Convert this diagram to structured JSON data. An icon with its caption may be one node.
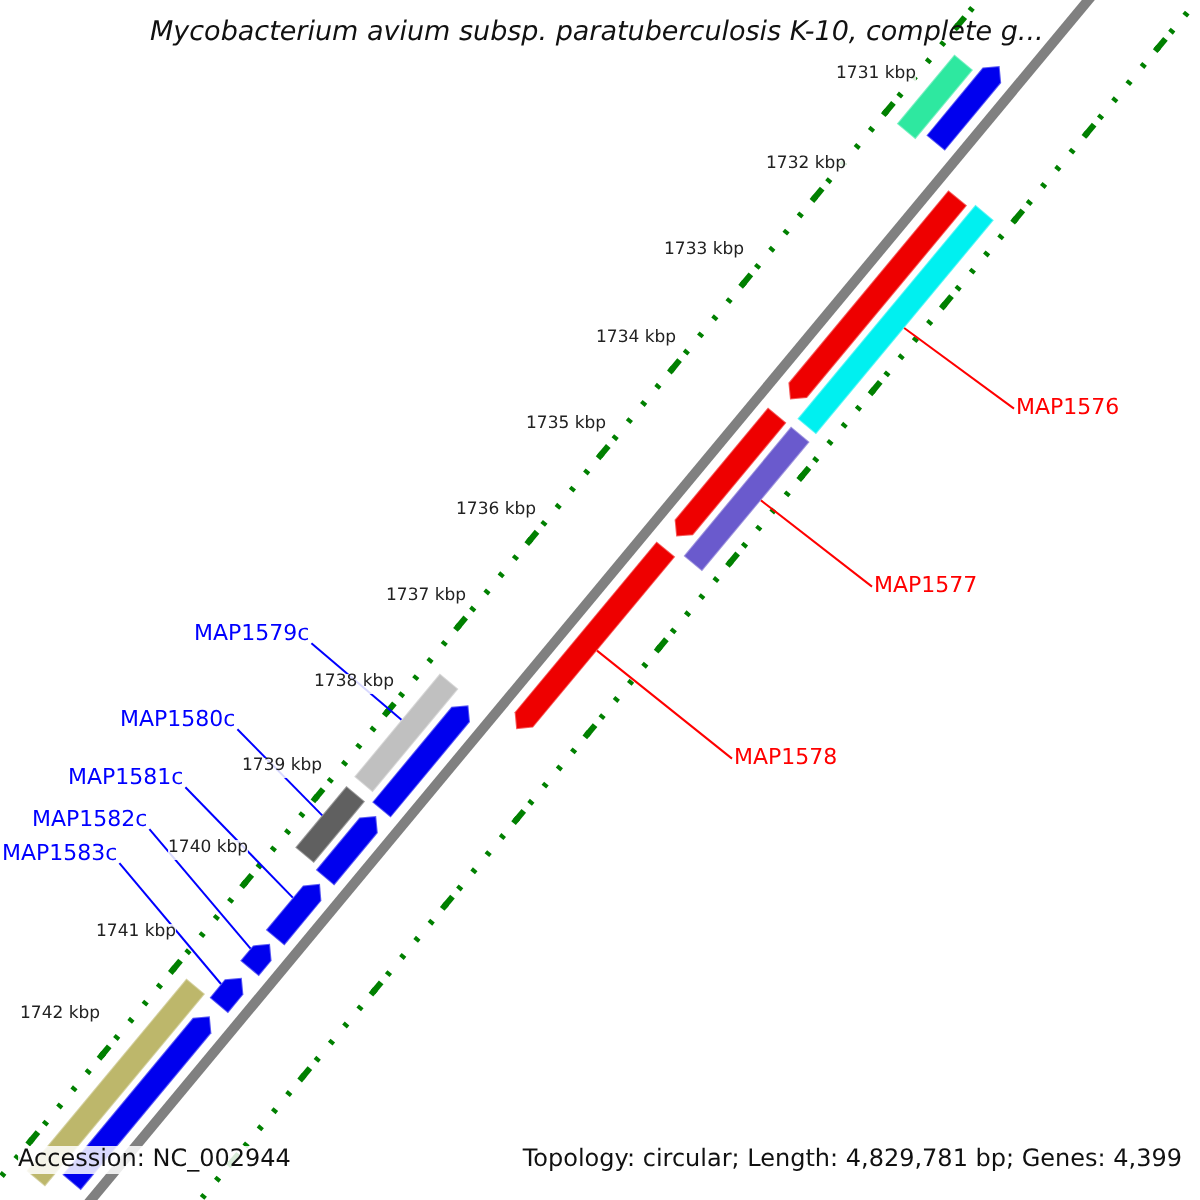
{
  "diagram": {
    "title": "Mycobacterium avium subsp. paratuberculosis K-10, complete g...",
    "nodes": [
      {
        "text": [
          "MAP1576"
        ]
      },
      {
        "text": [
          "MAP1577"
        ]
      },
      {
        "text": [
          "MAP1578"
        ]
      },
      {
        "text": [
          "MAP1579c"
        ]
      },
      {
        "text": [
          "MAP1580c"
        ]
      },
      {
        "text": [
          "MAP1581c"
        ]
      },
      {
        "text": [
          "MAP1582c"
        ]
      },
      {
        "text": [
          "MAP1583c"
        ]
      },
      {
        "text": [],
        "shape": "bar"
      },
      {
        "text": [],
        "shape": "bar"
      },
      {
        "text": [],
        "shape": "bar"
      },
      {
        "text": [],
        "shape": "bar"
      },
      {
        "text": [],
        "shape": "bar"
      },
      {
        "text": [],
        "shape": "bar"
      },
      {
        "text": [],
        "shape": "bar"
      },
      {
        "text": [],
        "shape": "bar"
      }
    ],
    "edges": [
      {
        "from": 0,
        "to": 8,
        "arrow": "none",
        "color": "#ff0000"
      },
      {
        "from": 1,
        "to": 9,
        "arrow": "none",
        "color": "#ff0000"
      },
      {
        "from": 2,
        "to": 10,
        "arrow": "none",
        "color": "#ff0000"
      },
      {
        "from": 3,
        "to": 11,
        "arrow": "none"
      },
      {
        "from": 4,
        "to": 12,
        "arrow": "none"
      },
      {
        "from": 5,
        "to": 13,
        "arrow": "none"
      },
      {
        "from": 6,
        "to": 14,
        "arrow": "none"
      },
      {
        "from": 7,
        "to": 15,
        "arrow": "none"
      }
    ],
    "labels": [
      "1731 kbp",
      "1732 kbp",
      "1733 kbp",
      "1734 kbp",
      "1735 kbp",
      "1736 kbp",
      "1737 kbp",
      "1738 kbp",
      "1739 kbp",
      "1740 kbp",
      "1741 kbp",
      "1742 kbp",
      "Accession: NC_002944",
      "Topology: circular; Length: 4,829,781 bp; Genes: 4,399"
    ]
  }
}
